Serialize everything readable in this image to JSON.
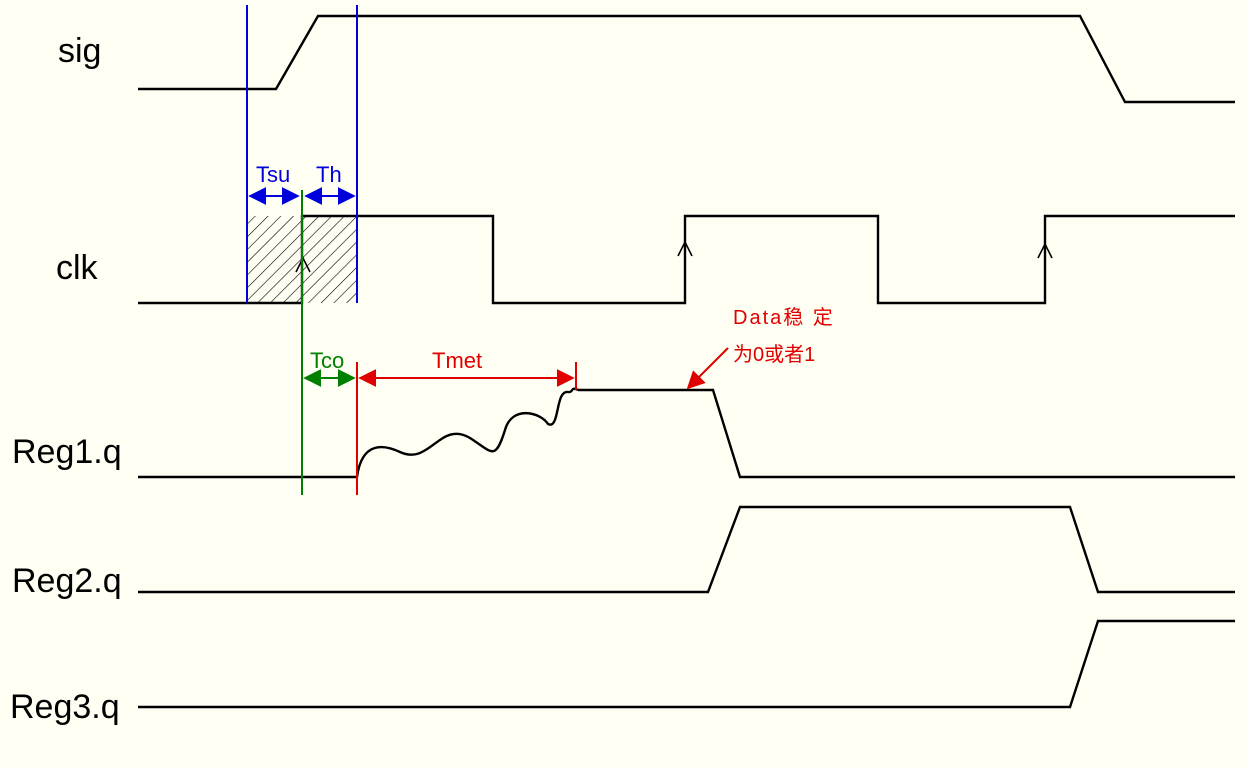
{
  "colors": {
    "background": "#fffff4",
    "waveform": "#000000",
    "setup_hold": "#0000dd",
    "clock_to_output": "#008000",
    "metastability": "#e00000"
  },
  "signals": {
    "sig": "sig",
    "clk": "clk",
    "reg1": "Reg1.q",
    "reg2": "Reg2.q",
    "reg3": "Reg3.q"
  },
  "annotations": {
    "tsu": "Tsu",
    "th": "Th",
    "tco": "Tco",
    "tmet": "Tmet",
    "note_line1": "Data稳 定",
    "note_line2": "为0或者1"
  }
}
